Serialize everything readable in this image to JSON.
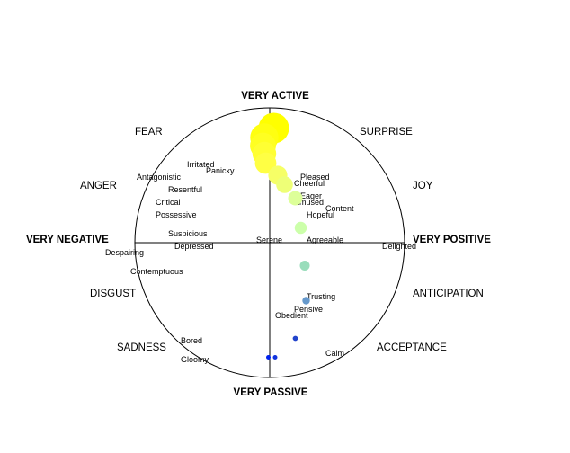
{
  "axes": {
    "top": "VERY ACTIVE",
    "bottom": "VERY PASSIVE",
    "left": "VERY NEGATIVE",
    "right": "VERY POSITIVE"
  },
  "sectors": [
    {
      "id": "fear",
      "label": "FEAR"
    },
    {
      "id": "surprise",
      "label": "SURPRISE"
    },
    {
      "id": "anger",
      "label": "ANGER"
    },
    {
      "id": "joy",
      "label": "JOY"
    },
    {
      "id": "disgust",
      "label": "DISGUST"
    },
    {
      "id": "anticipation",
      "label": "ANTICIPATION"
    },
    {
      "id": "sadness",
      "label": "SADNESS"
    },
    {
      "id": "acceptance",
      "label": "ACCEPTANCE"
    }
  ],
  "emotions": [
    {
      "id": "irritated",
      "label": "Irritated"
    },
    {
      "id": "panicky",
      "label": "Panicky"
    },
    {
      "id": "antagonistic",
      "label": "Antagonistic"
    },
    {
      "id": "resentful",
      "label": "Resentful"
    },
    {
      "id": "critical",
      "label": "Critical"
    },
    {
      "id": "possessive",
      "label": "Possessive"
    },
    {
      "id": "suspicious",
      "label": "Suspicious"
    },
    {
      "id": "depressed",
      "label": "Depressed"
    },
    {
      "id": "despairing",
      "label": "Despairing"
    },
    {
      "id": "contemptuous",
      "label": "Contemptuous"
    },
    {
      "id": "pleased",
      "label": "Pleased"
    },
    {
      "id": "cheerful",
      "label": "Cheerful"
    },
    {
      "id": "eager",
      "label": "Eager"
    },
    {
      "id": "amused",
      "label": "Amused"
    },
    {
      "id": "content",
      "label": "Content"
    },
    {
      "id": "hopeful",
      "label": "Hopeful"
    },
    {
      "id": "serene",
      "label": "Serene"
    },
    {
      "id": "agreeable",
      "label": "Agreeable"
    },
    {
      "id": "delighted",
      "label": "Delighted"
    },
    {
      "id": "trusting",
      "label": "Trusting"
    },
    {
      "id": "pensive",
      "label": "Pensive"
    },
    {
      "id": "obedient",
      "label": "Obedient"
    },
    {
      "id": "bored",
      "label": "Bored"
    },
    {
      "id": "gloomy",
      "label": "Gloomy"
    },
    {
      "id": "calm",
      "label": "Calm"
    }
  ],
  "trajectory": [
    {
      "valence": 0.03,
      "arousal": 0.85,
      "color": "#FFFF00"
    },
    {
      "valence": -0.04,
      "arousal": 0.78,
      "color": "#FFFF11"
    },
    {
      "valence": -0.05,
      "arousal": 0.72,
      "color": "#FFFF22"
    },
    {
      "valence": -0.04,
      "arousal": 0.66,
      "color": "#FFFF33"
    },
    {
      "valence": -0.03,
      "arousal": 0.59,
      "color": "#FFFF44"
    },
    {
      "valence": 0.06,
      "arousal": 0.5,
      "color": "#F6FF66"
    },
    {
      "valence": 0.11,
      "arousal": 0.43,
      "color": "#EEFF77"
    },
    {
      "valence": 0.19,
      "arousal": 0.33,
      "color": "#DDFF99"
    },
    {
      "valence": 0.23,
      "arousal": 0.11,
      "color": "#CCFFAA"
    },
    {
      "valence": 0.26,
      "arousal": -0.17,
      "color": "#99DDBB"
    },
    {
      "valence": 0.27,
      "arousal": -0.43,
      "color": "#6699CC"
    },
    {
      "valence": 0.19,
      "arousal": -0.71,
      "color": "#2244CC"
    },
    {
      "valence": 0.04,
      "arousal": -0.85,
      "color": "#1133DD"
    },
    {
      "valence": -0.01,
      "arousal": -0.85,
      "color": "#0022EE"
    }
  ],
  "colors": {
    "line": "#000000",
    "background": "#ffffff"
  }
}
